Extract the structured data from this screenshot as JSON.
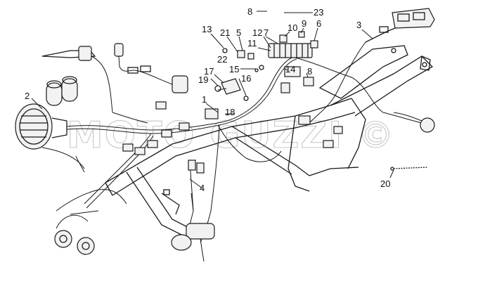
{
  "diagram": {
    "watermark": "MOTO GUZZI ©",
    "callouts": [
      {
        "id": "c1",
        "text": "1"
      },
      {
        "id": "c2",
        "text": "2"
      },
      {
        "id": "c3",
        "text": "3"
      },
      {
        "id": "c4",
        "text": "4"
      },
      {
        "id": "c5",
        "text": "5"
      },
      {
        "id": "c6",
        "text": "6"
      },
      {
        "id": "c7",
        "text": "7"
      },
      {
        "id": "c8a",
        "text": "8"
      },
      {
        "id": "c8b",
        "text": "8"
      },
      {
        "id": "c9",
        "text": "9"
      },
      {
        "id": "c10",
        "text": "10"
      },
      {
        "id": "c11",
        "text": "11"
      },
      {
        "id": "c12",
        "text": "12"
      },
      {
        "id": "c13",
        "text": "13"
      },
      {
        "id": "c14",
        "text": "14"
      },
      {
        "id": "c15",
        "text": "15"
      },
      {
        "id": "c16",
        "text": "16"
      },
      {
        "id": "c17",
        "text": "17"
      },
      {
        "id": "c18",
        "text": "18"
      },
      {
        "id": "c19",
        "text": "19"
      },
      {
        "id": "c20",
        "text": "20"
      },
      {
        "id": "c21",
        "text": "21"
      },
      {
        "id": "c22",
        "text": "22"
      },
      {
        "id": "c23",
        "text": "23"
      }
    ]
  }
}
